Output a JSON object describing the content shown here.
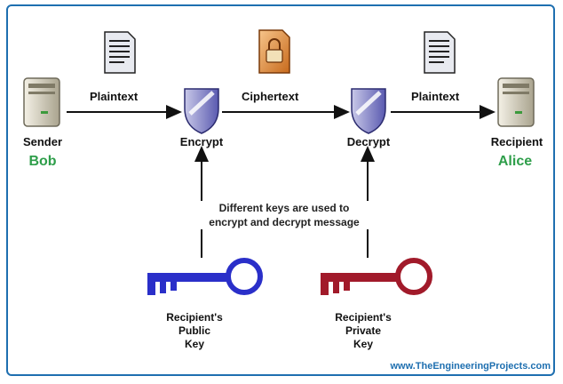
{
  "labels": {
    "sender": "Sender",
    "recipient": "Recipient",
    "encrypt": "Encrypt",
    "decrypt": "Decrypt",
    "plaintext_left": "Plaintext",
    "ciphertext": "Ciphertext",
    "plaintext_right": "Plaintext"
  },
  "people": {
    "sender": "Bob",
    "recipient": "Alice"
  },
  "note": {
    "line1": "Different keys are used to",
    "line2": "encrypt and decrypt message"
  },
  "keys": {
    "public": {
      "line1": "Recipient's",
      "line2": "Public",
      "line3": "Key"
    },
    "private": {
      "line1": "Recipient's",
      "line2": "Private",
      "line3": "Key"
    }
  },
  "footer": {
    "site": "www.TheEngineeringProjects.com"
  },
  "colors": {
    "frame": "#1e6fb0",
    "people": "#2e9e4a",
    "public_key": "#2a2fc9",
    "private_key": "#a11a2a",
    "footer": "#1e6fb0"
  }
}
